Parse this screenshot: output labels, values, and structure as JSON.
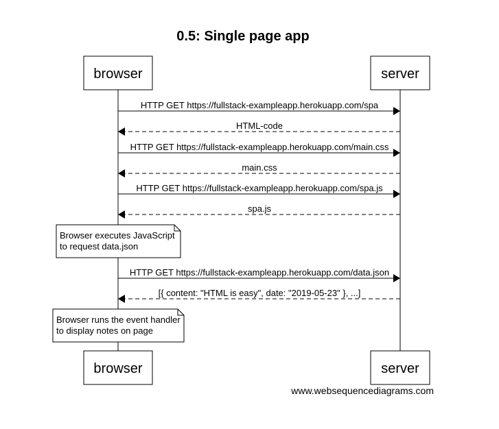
{
  "title": "0.5: Single page app",
  "actors": {
    "browser": "browser",
    "server": "server"
  },
  "messages": [
    {
      "label": "HTTP GET https://fullstack-exampleapp.herokuapp.com/spa",
      "from": "browser",
      "to": "server",
      "style": "solid"
    },
    {
      "label": "HTML-code",
      "from": "server",
      "to": "browser",
      "style": "dashed"
    },
    {
      "label": "HTTP GET https://fullstack-exampleapp.herokuapp.com/main.css",
      "from": "browser",
      "to": "server",
      "style": "solid"
    },
    {
      "label": "main.css",
      "from": "server",
      "to": "browser",
      "style": "dashed"
    },
    {
      "label": "HTTP GET https://fullstack-exampleapp.herokuapp.com/spa.js",
      "from": "browser",
      "to": "server",
      "style": "solid"
    },
    {
      "label": "spa.js",
      "from": "server",
      "to": "browser",
      "style": "dashed"
    },
    {
      "label": "HTTP GET https://fullstack-exampleapp.herokuapp.com/data.json",
      "from": "browser",
      "to": "server",
      "style": "solid"
    },
    {
      "label": "[{ content: \"HTML is easy\", date: \"2019-05-23\" }, ...]",
      "from": "server",
      "to": "browser",
      "style": "dashed"
    }
  ],
  "notes": [
    {
      "lines": [
        "Browser executes JavaScript",
        "to request data.json"
      ],
      "over": "browser"
    },
    {
      "lines": [
        "Browser runs the event handler",
        "to display notes on page"
      ],
      "over": "browser"
    }
  ],
  "credit": "www.websequencediagrams.com"
}
